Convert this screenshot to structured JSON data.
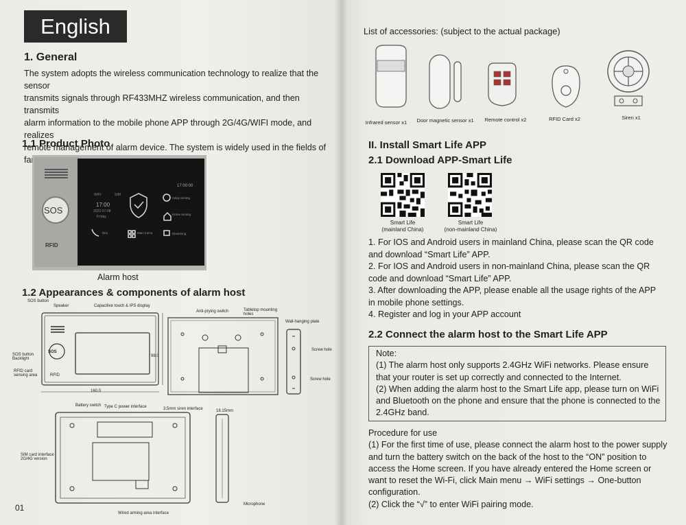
{
  "left_page": {
    "language": "English",
    "general": {
      "heading": "1. General",
      "lines": [
        "The system adopts the wireless communication technology to realize that the sensor",
        "transmits signals through RF433MHZ wireless communication, and then transmits",
        "alarm information to the mobile phone APP through 2G/4G/WIFI mode, and realizes",
        "remote management of alarm device. The system is widely used in the fields of",
        "families, shops, schools, banks, factories etc."
      ]
    },
    "product_photo": {
      "heading": "1.1 Product Photo",
      "caption": "Alarm host",
      "sos": "SOS",
      "rfid": "RFID",
      "screen_time": "17:00",
      "screen_clock": "17:00:00",
      "screen_date": "2022-07-08",
      "screen_day": "Friday",
      "screen_items": [
        "Away arming",
        "Home arming",
        "Disarming",
        "Dial",
        "Main menu"
      ],
      "wifi": "WIFI",
      "sim": "SIM"
    },
    "appearance": {
      "heading": "1.2 Appearances & components of alarm host",
      "labels": {
        "sos_button": "SOS button",
        "speaker": "Speaker",
        "display": "Capacitive touch & IPS display",
        "sos_backlight": "SOS button Backlight",
        "rfid_area": "RFID card sensing area",
        "width": "160.0",
        "height": "98.0",
        "anti_prying": "Anti-prying switch",
        "tabletop": "Tabletop mounting holes",
        "wall_plate": "Wall-hanging plate",
        "screw_hole_1": "Screw hole",
        "screw_hole_2": "Screw hole",
        "battery_switch": "Battery switch",
        "type_c": "Type C power interface",
        "siren_iface": "3.5mm siren interface",
        "thickness": "18.15mm",
        "sim_iface": "SIM card interface 2G/4G version",
        "microphone": "Microphone",
        "wired_iface": "Wired arming area interface",
        "sos_inner": "SOS",
        "rfid_inner": "RFID"
      }
    },
    "page_number": "01"
  },
  "right_page": {
    "accessories_title": "List of accessories: (subject to the actual package)",
    "accessories": [
      {
        "label": "Infrared sensor x1"
      },
      {
        "label": "Door magnetic sensor x1"
      },
      {
        "label": "Remote control x2"
      },
      {
        "label": "RFID Card x2"
      },
      {
        "label": "Siren  x1"
      }
    ],
    "install_heading": "II. Install Smart Life APP",
    "download_heading": "2.1 Download APP-Smart Life",
    "qr": [
      {
        "name": "Smart Life",
        "region": "(mainland China)"
      },
      {
        "name": "Smart Life",
        "region": "(non-mainland China)"
      }
    ],
    "steps": [
      "1. For IOS and Android users in mainland China, please scan the QR code and download “Smart Life” APP.",
      "2. For IOS and Android users in non-mainland China, please scan the QR code and download “Smart Life” APP.",
      "3. After downloading the APP, please enable all the usage rights of the APP in mobile phone settings.",
      "4. Register and log in your APP account"
    ],
    "connect_heading": "2.2 Connect the alarm host to the Smart Life APP",
    "note_title": "Note:",
    "notes": [
      "(1) The alarm host only supports 2.4GHz WiFi networks. Please ensure that your router is set up correctly and connected to the Internet.",
      "(2) When adding the alarm host to the Smart Life app, please turn on WiFi and Bluetooth on the phone and ensure that the phone is connected to the 2.4GHz band."
    ],
    "procedure_title": "Procedure for use",
    "procedure": [
      "(1) For the first time of use, please connect the alarm host to the power supply and turn the battery switch on the back of the host to the “ON” position to access the Home screen. If you have already entered the Home screen or want to reset the Wi-Fi, click Main menu → WiFi settings → One-button configuration.",
      "(2) Click the “√” to enter WiFi pairing mode."
    ]
  }
}
